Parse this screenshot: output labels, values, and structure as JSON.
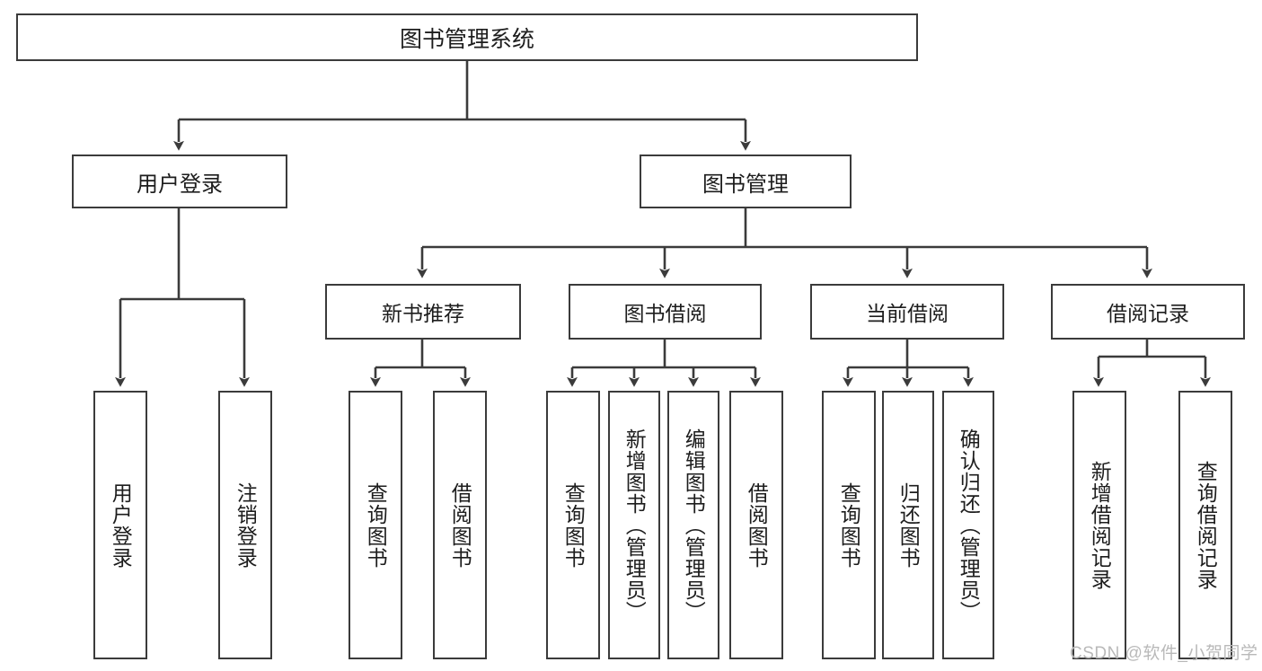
{
  "diagram": {
    "type": "hierarchy-tree",
    "title": "图书管理系统",
    "watermark": "CSDN @软件_小贺同学",
    "colors": {
      "stroke": "#3b3b3b",
      "fill": "#ffffff",
      "text": "#1d1d1d",
      "watermark": "#b9b9b9"
    },
    "nodes": {
      "root": {
        "label": "图书管理系统"
      },
      "level2": [
        {
          "id": "user-login",
          "label": "用户登录"
        },
        {
          "id": "book-management",
          "label": "图书管理"
        }
      ],
      "level3": [
        {
          "id": "new-book-recommend",
          "label": "新书推荐"
        },
        {
          "id": "book-borrow",
          "label": "图书借阅"
        },
        {
          "id": "current-borrow",
          "label": "当前借阅"
        },
        {
          "id": "borrow-record",
          "label": "借阅记录"
        }
      ],
      "leaves": {
        "user_login": [
          {
            "id": "leaf-user-login",
            "label": "用户登录"
          },
          {
            "id": "leaf-logout",
            "label": "注销登录"
          }
        ],
        "new_book_recommend": [
          {
            "id": "leaf-query-book-1",
            "label": "查询图书"
          },
          {
            "id": "leaf-borrow-book-1",
            "label": "借阅图书"
          }
        ],
        "book_borrow": [
          {
            "id": "leaf-query-book-2",
            "label": "查询图书"
          },
          {
            "id": "leaf-add-book",
            "label": "新增图书（管理员）"
          },
          {
            "id": "leaf-edit-book",
            "label": "编辑图书（管理员）"
          },
          {
            "id": "leaf-borrow-book-2",
            "label": "借阅图书"
          }
        ],
        "current_borrow": [
          {
            "id": "leaf-query-book-3",
            "label": "查询图书"
          },
          {
            "id": "leaf-return-book",
            "label": "归还图书"
          },
          {
            "id": "leaf-confirm-return",
            "label": "确认归还（管理员）"
          }
        ],
        "borrow_record": [
          {
            "id": "leaf-add-record",
            "label": "新增借阅记录"
          },
          {
            "id": "leaf-query-record",
            "label": "查询借阅记录"
          }
        ]
      }
    }
  }
}
